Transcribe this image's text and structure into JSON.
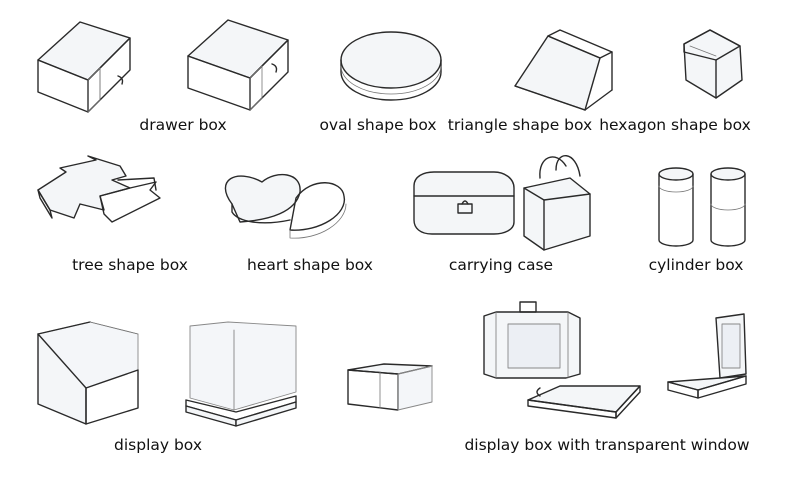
{
  "labels": {
    "drawer": "drawer box",
    "oval": "oval shape box",
    "triangle": "triangle shape box",
    "hexagon": "hexagon shape box",
    "tree": "tree shape box",
    "heart": "heart shape box",
    "carrying": "carrying case",
    "cylinder": "cylinder box",
    "display": "display box",
    "window": "display box with transparent window"
  }
}
